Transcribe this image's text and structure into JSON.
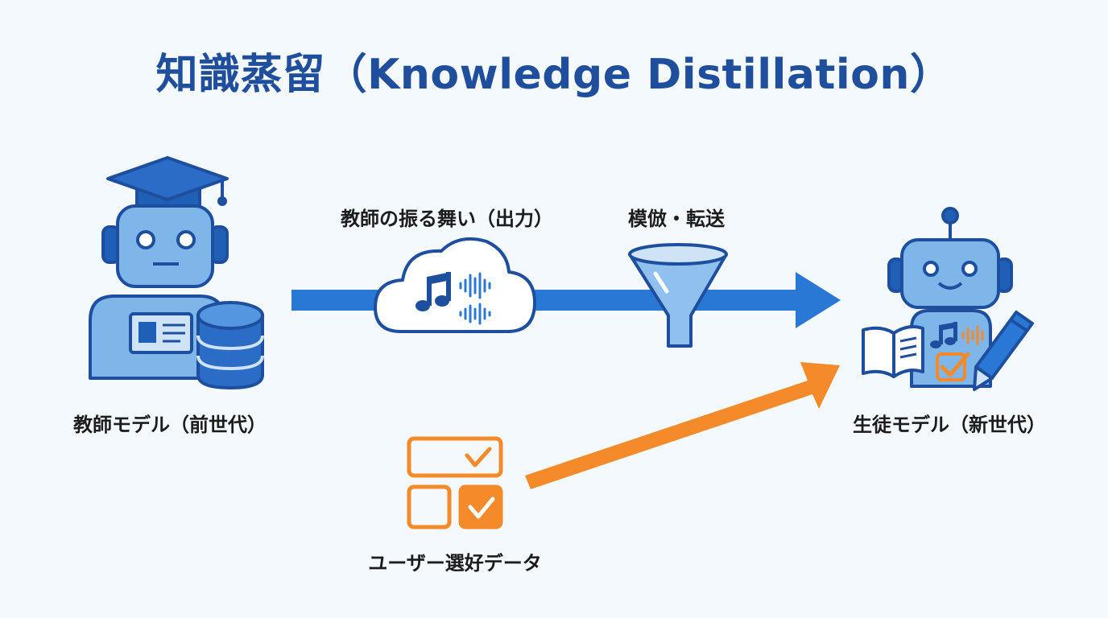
{
  "title": "知識蒸留（Knowledge Distillation）",
  "teacher": {
    "label": "教師モデル（前世代）"
  },
  "student": {
    "label": "生徒モデル（新世代）"
  },
  "flow": {
    "output_label": "教師の振る舞い（出力）",
    "transfer_label": "模倣・転送"
  },
  "preference": {
    "label": "ユーザー選好データ"
  },
  "colors": {
    "title": "#1f4e9c",
    "blue_arrow": "#2a78d6",
    "orange_arrow": "#f58a2a",
    "robot_fill": "#7fb6ea",
    "robot_dark": "#1f5fb5",
    "line": "#1d4f9e"
  },
  "icons": [
    "graduation-cap-icon",
    "database-icon",
    "cloud-audio-icon",
    "music-note-icon",
    "funnel-icon",
    "checklist-icon",
    "book-icon",
    "pencil-icon",
    "robot-icon"
  ]
}
